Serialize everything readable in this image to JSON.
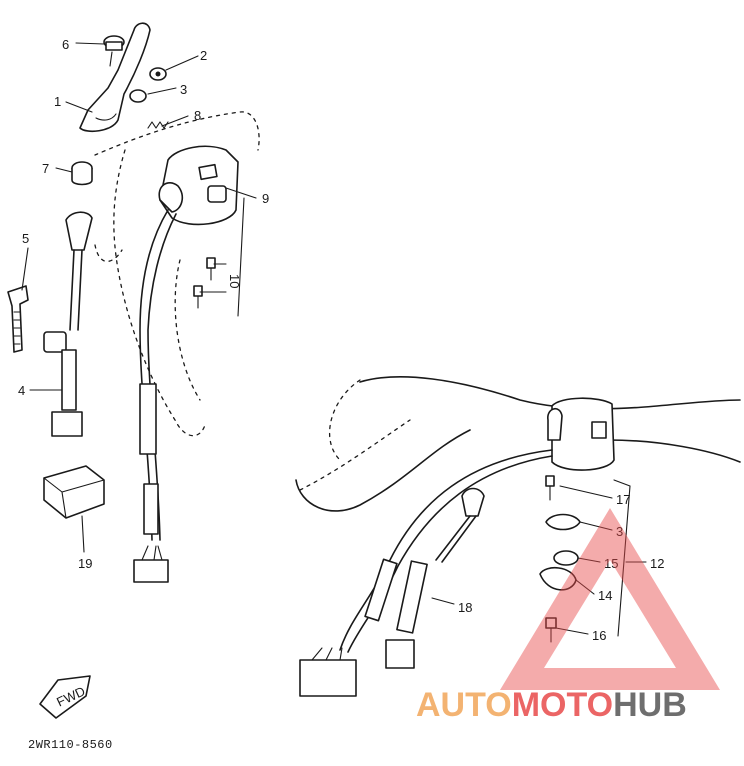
{
  "diagram_code": "2WR110-8560",
  "fwd_label": "FWD",
  "watermark": {
    "part1": "AUTO",
    "part2": "MOTO",
    "part3": "HUB",
    "color1": "#f2a65a",
    "color2": "#e84b4b",
    "color3": "#555555",
    "triangle_color": "#e84b4b"
  },
  "callouts": {
    "c1": "1",
    "c2": "2",
    "c3": "3",
    "c4": "4",
    "c5": "5",
    "c6": "6",
    "c7": "7",
    "c8": "8",
    "c9": "9",
    "c10": "10",
    "c12": "12",
    "c3b": "3",
    "c14": "14",
    "c15": "15",
    "c16": "16",
    "c17": "17",
    "c18": "18",
    "c19": "19"
  }
}
